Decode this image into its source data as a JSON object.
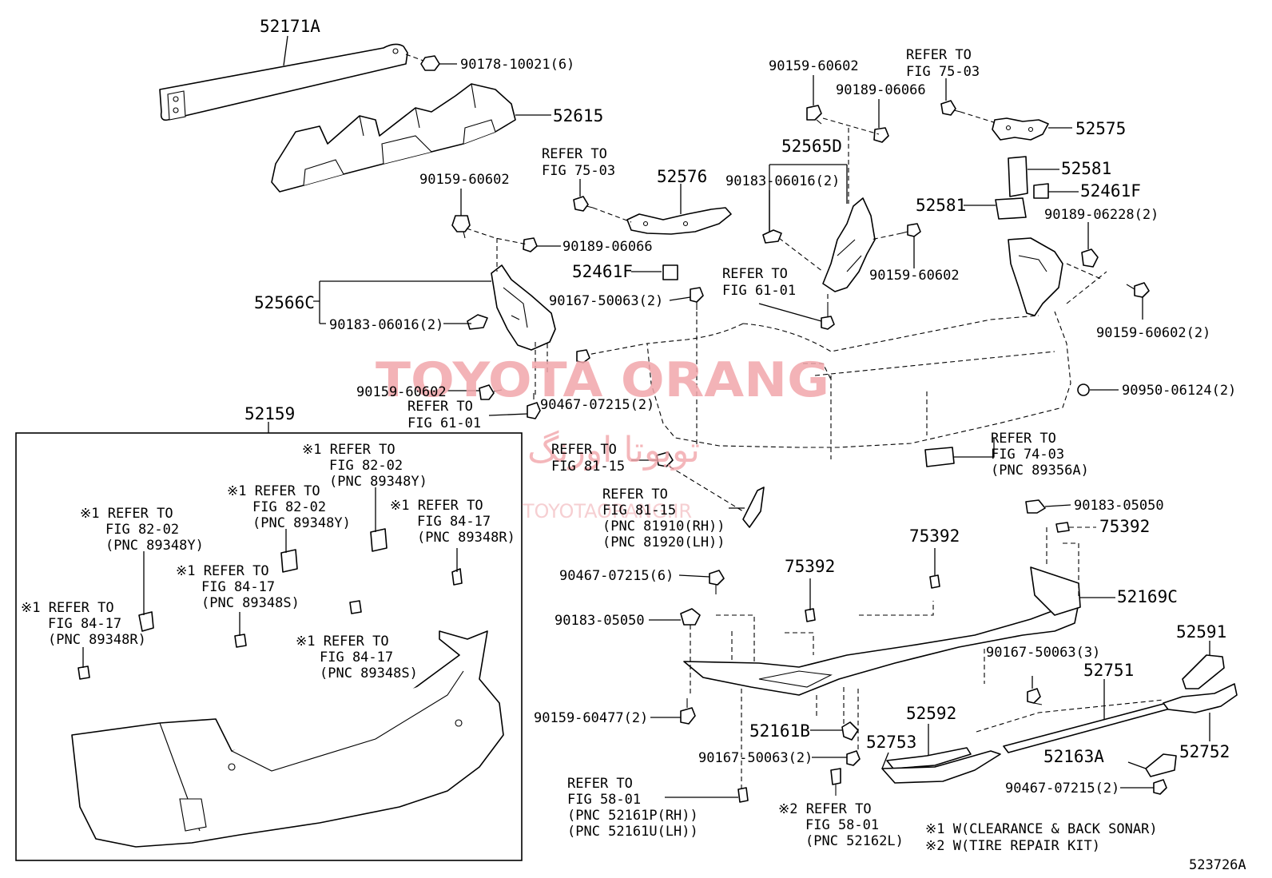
{
  "parts": {
    "p52171A": "52171A",
    "p90178": "90178-10021(6)",
    "p52615": "52615",
    "p90159_l1": "90159-60602",
    "p90189_l": "90189-06066",
    "p52576": "52576",
    "p52461F_l": "52461F",
    "p90167_l": "90167-50063(2)",
    "p52566C": "52566C",
    "p90183_l": "90183-06016(2)",
    "p90159_l2": "90159-60602",
    "p90467_c": "90467-07215(2)",
    "p90159_r1": "90159-60602",
    "p90189_r": "90189-06066",
    "p52575": "52575",
    "p52565D": "52565D",
    "p90183_r": "90183-06016(2)",
    "p52581_a": "52581",
    "p52461F_r": "52461F",
    "p52581_b": "52581",
    "p90189_06228": "90189-06228(2)",
    "p90159_r2": "90159-60602",
    "p90159_r3": "90159-60602(2)",
    "p90950": "90950-06124(2)",
    "p52159": "52159",
    "p90183_05050_r": "90183-05050",
    "p75392_r": "75392",
    "p75392_m": "75392",
    "p75392_l": "75392",
    "p52169C": "52169C",
    "p90467_6": "90467-07215(6)",
    "p90183_05050_l": "90183-05050",
    "p90159_60477": "90159-60477(2)",
    "p52161B": "52161B",
    "p90167_2b": "90167-50063(2)",
    "p52753": "52753",
    "p52592": "52592",
    "p90167_3": "90167-50063(3)",
    "p52751": "52751",
    "p52591": "52591",
    "p52163A": "52163A",
    "p52752": "52752",
    "p90467_2b": "90467-07215(2)"
  },
  "refs": {
    "r75_03_top": [
      "REFER TO",
      "FIG 75-03"
    ],
    "r75_03_left": [
      "REFER TO",
      "FIG 75-03"
    ],
    "r61_01_right": [
      "REFER TO",
      "FIG 61-01"
    ],
    "r61_01_left": [
      "REFER TO",
      "FIG 61-01"
    ],
    "r81_15_a": [
      "REFER TO",
      "FIG 81-15"
    ],
    "r81_15_b": [
      "REFER TO",
      "FIG 81-15",
      "(PNC 81910(RH))",
      "(PNC 81920(LH))"
    ],
    "r74_03": [
      "REFER TO",
      "FIG 74-03",
      "(PNC 89356A)"
    ],
    "r58_01_a": [
      "REFER TO",
      "FIG 58-01",
      "(PNC 52161P(RH))",
      "(PNC 52161U(LH))"
    ],
    "r58_01_b": [
      "※2 REFER TO",
      "FIG 58-01",
      "(PNC 52162L)"
    ],
    "in_82_02_a": [
      "※1 REFER TO",
      "FIG 82-02",
      "(PNC 89348Y)"
    ],
    "in_82_02_b": [
      "※1 REFER TO",
      "FIG 82-02",
      "(PNC 89348Y)"
    ],
    "in_82_02_c": [
      "※1 REFER TO",
      "FIG 82-02",
      "(PNC 89348Y)"
    ],
    "in_84_17_a": [
      "※1 REFER TO",
      "FIG 84-17",
      "(PNC 89348R)"
    ],
    "in_84_17_b": [
      "※1 REFER TO",
      "FIG 84-17",
      "(PNC 89348S)"
    ],
    "in_84_17_c": [
      "※1 REFER TO",
      "FIG 84-17",
      "(PNC 89348R)"
    ],
    "in_84_17_d": [
      "※1 REFER TO",
      "FIG 84-17",
      "(PNC 89348S)"
    ]
  },
  "notes": {
    "n1": "※1 W(CLEARANCE & BACK SONAR)",
    "n2": "※2 W(TIRE REPAIR KIT)"
  },
  "diagram_id": "523726A",
  "watermark": {
    "brand": "TOYOTA ORANG",
    "persian": "تويوتا اورنگ",
    "url": "TOYOTAORANG.IR",
    "color": "#f2a6ab"
  }
}
